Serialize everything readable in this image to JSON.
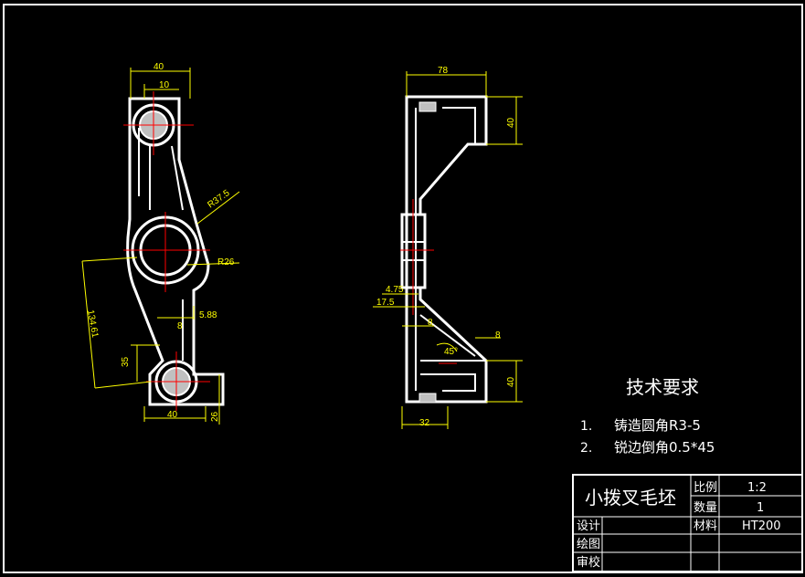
{
  "drawing": {
    "colors": {
      "background": "#000000",
      "outline": "#ffffff",
      "dimension": "#ffff00",
      "centerline": "#ff0000",
      "hatch": "#c0c0c0"
    },
    "front_view_dims": {
      "top_width": "40",
      "top_offset": "10",
      "radius_outer": "R37.5",
      "radius_inner": "R26",
      "center_distance": "134.61",
      "lower_height": "35",
      "offset_8": "8",
      "offset_5_88": "5.88",
      "bottom_width": "40",
      "bottom_height": "26"
    },
    "side_view_dims": {
      "top_width": "78",
      "top_height": "40",
      "web_4_75": "4.75",
      "web_17_5": "17.5",
      "web_8": "8",
      "angle": "45°",
      "rib_8": "8",
      "bottom_height": "40",
      "bottom_width": "32"
    },
    "requirements": {
      "title": "技术要求",
      "items": [
        {
          "num": "1.",
          "text": "铸造圆角R3-5"
        },
        {
          "num": "2.",
          "text": "锐边倒角0.5*45"
        }
      ]
    },
    "title_block": {
      "part_name": "小拨叉毛坯",
      "scale_label": "比例",
      "scale_value": "1:2",
      "qty_label": "数量",
      "qty_value": "1",
      "material_label": "材料",
      "material_value": "HT200",
      "design_label": "设计",
      "drawing_label": "绘图",
      "check_label": "审校"
    }
  }
}
